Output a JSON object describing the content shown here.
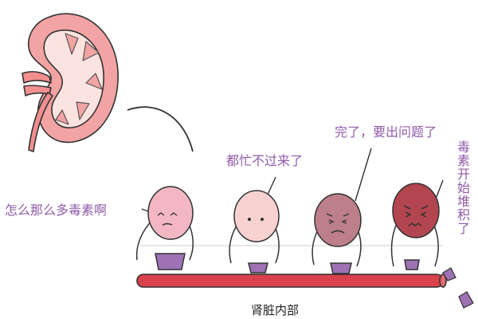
{
  "captions": {
    "char1": "怎么那么多毒素啊",
    "char2": "都忙不过来了",
    "char3": "完了，要出问题了",
    "char4": "毒素开始堆积了"
  },
  "bottom_label": "肾脏内部",
  "colors": {
    "caption": "#8f5aa8",
    "kidney_fill": "#f2a3a3",
    "kidney_inner": "#fde3e0",
    "conveyor": "#d9424c",
    "toxin": "#9e72b5",
    "char1": "#f2b7c3",
    "char2": "#f7d2d0",
    "char3": "#bd7f8a",
    "char4": "#b2454f"
  },
  "icons": [
    "kidney-illustration",
    "face-icon",
    "cup-icon",
    "toxin-shard-icon"
  ]
}
